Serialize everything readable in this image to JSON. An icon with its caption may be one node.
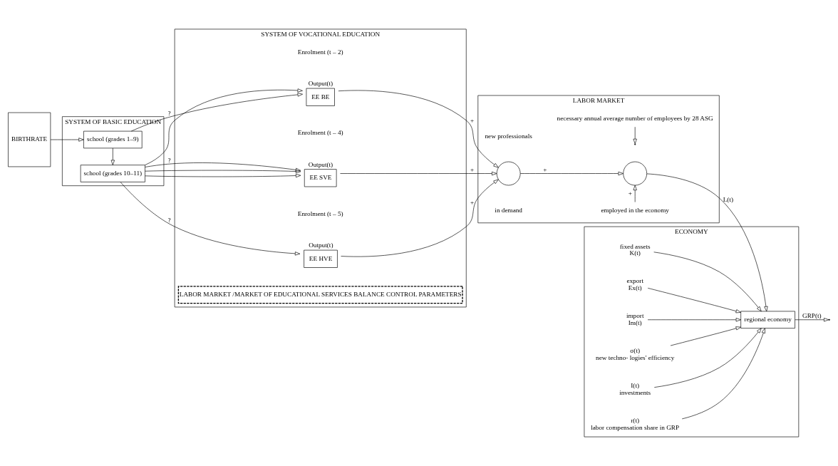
{
  "diagram": {
    "nodes": [
      {
        "text": [
          "BIRTHRATE"
        ]
      },
      {
        "text": [
          "SYSTEM OF BASIC EDUCATION"
        ]
      },
      {
        "text": [
          "school (grades 1–9)"
        ],
        "in": 1
      },
      {
        "text": [
          "school (grades 10–11)"
        ],
        "in": 1
      },
      {
        "text": [
          "SYSTEM OF VOCATIONAL EDUCATION"
        ]
      },
      {
        "text": [
          "LABOR MARKET /MARKET OF EDUCATIONAL SERVICES BALANCE CONTROL PARAMETERS"
        ],
        "in": 4
      },
      {
        "text": [
          "EE BE"
        ],
        "in": 4,
        "beside": [
          "Output(t)"
        ]
      },
      {
        "text": [
          "EE SVE"
        ],
        "in": 4,
        "beside": [
          "Output(t)"
        ]
      },
      {
        "text": [
          "EE HVE"
        ],
        "in": 4,
        "beside": [
          "Output(t)"
        ]
      },
      {
        "text": [
          "LABOR MARKET"
        ]
      },
      {
        "text": [
          "necessary annual average number of employees by 28 ASG"
        ],
        "in": 9
      },
      {
        "text": [],
        "shape": "circle",
        "in": 9
      },
      {
        "text": [],
        "shape": "circle",
        "in": 9
      },
      {
        "text": [
          "employed in the economy"
        ],
        "in": 9
      },
      {
        "text": [
          "ECONOMY"
        ]
      },
      {
        "text": [
          "regional economy"
        ],
        "in": 14
      },
      {
        "text": [
          "K(t)"
        ],
        "in": 14,
        "beside": [
          "fixed assets"
        ]
      },
      {
        "text": [
          "Ex(t)"
        ],
        "in": 14,
        "beside": [
          "export"
        ]
      },
      {
        "text": [
          "Im(t)"
        ],
        "in": 14,
        "beside": [
          "import"
        ]
      },
      {
        "text": [
          "σ(t)"
        ],
        "in": 14,
        "beside": [
          "new techno- logies' efficiency"
        ]
      },
      {
        "text": [
          "I(t)"
        ],
        "in": 14,
        "beside": [
          "investments"
        ]
      },
      {
        "text": [
          "r(t)"
        ],
        "in": 14,
        "beside": [
          "labor compensation share in GRP"
        ]
      }
    ],
    "edges": [
      {
        "from": 0,
        "to": 2,
        "arrow": "to"
      },
      {
        "from": 2,
        "to": 3,
        "arrow": "to"
      },
      {
        "from": 2,
        "to": 6,
        "arrow": "to",
        "label": "?"
      },
      {
        "from": 3,
        "to": 6,
        "arrow": "to"
      },
      {
        "from": 3,
        "to": 7,
        "arrow": "to",
        "label": "?"
      },
      {
        "from": 3,
        "to": 7,
        "arrow": "to"
      },
      {
        "from": 3,
        "to": 7,
        "arrow": "to"
      },
      {
        "from": 3,
        "to": 8,
        "arrow": "to",
        "label": "?"
      },
      {
        "from": 6,
        "to": 11,
        "arrow": "to",
        "label": "+"
      },
      {
        "from": 7,
        "to": 11,
        "arrow": "to",
        "label": "+"
      },
      {
        "from": 8,
        "to": 11,
        "arrow": "to",
        "label": "+"
      },
      {
        "from": 11,
        "to": 12,
        "arrow": "to",
        "label": "+"
      },
      {
        "from": 13,
        "to": 12,
        "arrow": "to",
        "label": "+"
      },
      {
        "from": 12,
        "to": 15,
        "arrow": "to",
        "label": "L(t)"
      },
      {
        "from": 10,
        "to": null,
        "arrow": "to"
      },
      {
        "from": 16,
        "to": 15,
        "arrow": "to"
      },
      {
        "from": 17,
        "to": 15,
        "arrow": "to"
      },
      {
        "from": 18,
        "to": 15,
        "arrow": "to"
      },
      {
        "from": 19,
        "to": 15,
        "arrow": "to"
      },
      {
        "from": 20,
        "to": 15,
        "arrow": "to"
      },
      {
        "from": 21,
        "to": 15,
        "arrow": "to"
      },
      {
        "from": 15,
        "to": null,
        "arrow": "to",
        "label": "GRP(t)"
      }
    ],
    "labels": [
      "Enrolment (t – 2)",
      "Enrolment (t – 4)",
      "Enrolment (t – 5)",
      "new professionals",
      "in demand"
    ]
  }
}
